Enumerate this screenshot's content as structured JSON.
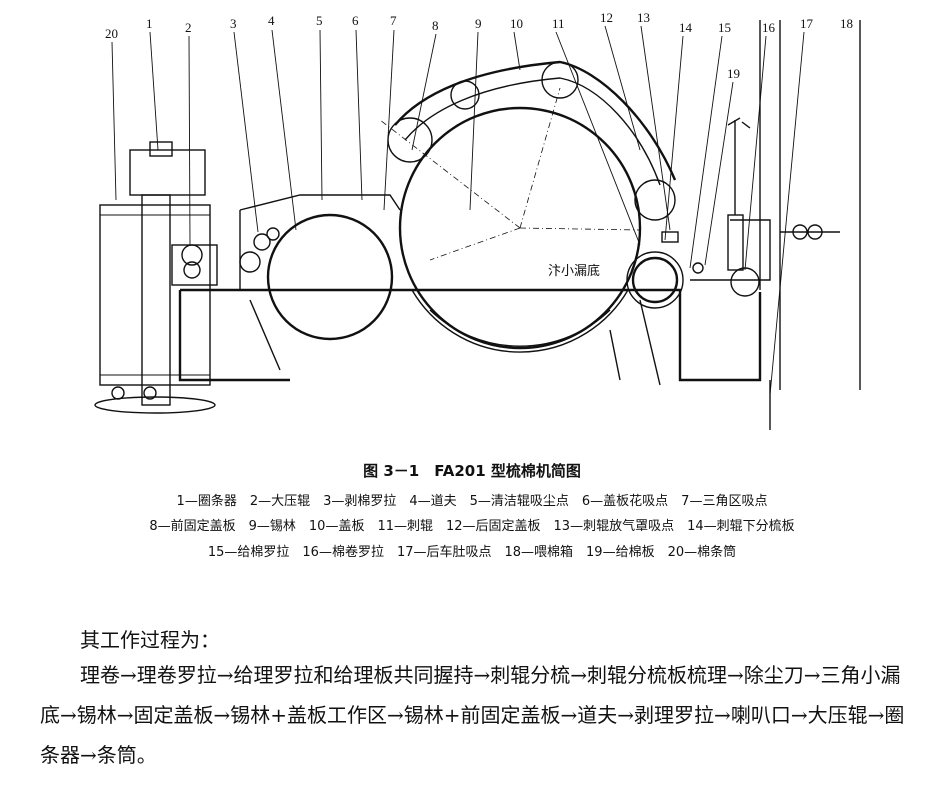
{
  "figure": {
    "labels": [
      "20",
      "1",
      "2",
      "3",
      "4",
      "5",
      "6",
      "7",
      "8",
      "9",
      "10",
      "11",
      "12",
      "13",
      "14",
      "15",
      "16",
      "17",
      "18",
      "19"
    ],
    "handwriting": "汴小漏底",
    "title": "图 3－1　FA201 型梳棉机简图",
    "legend_lines": [
      "1—圈条器　2—大压辊　3—剥棉罗拉　4—道夫　5—清洁辊吸尘点　6—盖板花吸点　7—三角区吸点",
      "8—前固定盖板　9—锡林　10—盖板　11—刺辊　12—后固定盖板　13—刺辊放气罩吸点　14—刺辊下分梳板",
      "15—给棉罗拉　16—棉卷罗拉　17—后车肚吸点　18—喂棉箱　19—给棉板　20—棉条筒"
    ]
  },
  "text": {
    "intro": "其工作过程为：",
    "process": "理卷→理卷罗拉→给理罗拉和给理板共同握持→刺辊分梳→刺辊分梳板梳理→除尘刀→三角小漏底→锡林→固定盖板→锡林+盖板工作区→锡林+前固定盖板→道夫→剥理罗拉→喇叭口→大压辊→圈条器→条筒。"
  }
}
